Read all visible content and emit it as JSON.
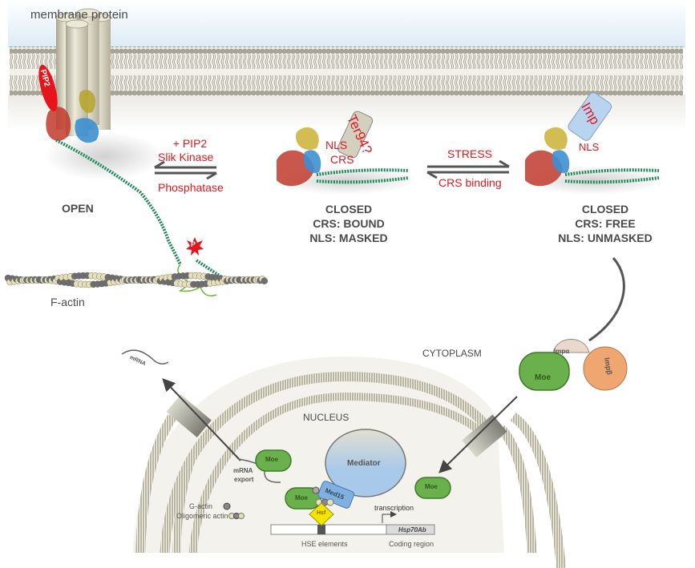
{
  "labels": {
    "membrane_protein": "membrane protein",
    "pip2_tag": "PIP2",
    "f_actin": "F-actin",
    "phospho": "P",
    "open": "OPEN",
    "cytoplasm": "CYTOPLASM",
    "nucleus": "NUCLEUS"
  },
  "equilibrium_1": {
    "forward_1": "+ PIP2",
    "forward_2": "Slik Kinase",
    "reverse": "Phosphatase"
  },
  "equilibrium_2": {
    "forward": "STRESS",
    "reverse": "CRS binding"
  },
  "state_closed_bound": {
    "line1": "CLOSED",
    "line2": "CRS: BOUND",
    "line3": "NLS: MASKED",
    "nls": "NLS",
    "crs": "CRS",
    "partner": "Ter94?"
  },
  "state_closed_free": {
    "line1": "CLOSED",
    "line2": "CRS: FREE",
    "line3": "NLS: UNMASKED",
    "nls": "NLS",
    "partner": "Imp"
  },
  "import_complex": {
    "imp_alpha": "Impα",
    "imp_beta": "Impβ",
    "moe": "Moe"
  },
  "nucleus_content": {
    "mrna_out": "mRNA",
    "mrna_export_1": "mRNA",
    "mrna_export_2": "export",
    "moe_export": "Moe",
    "moe_import": "Moe",
    "moe_complex": "Moe",
    "mediator": "Mediator",
    "med15": "Med15",
    "hsf": "Hsf",
    "transcription": "transcription",
    "gene": "Hsp70Ab",
    "hse": "HSE elements",
    "coding": "Coding region",
    "g_actin": "G-actin",
    "oligo_actin": "Oligomeric actin"
  },
  "colors": {
    "accent_red": "#e0191e",
    "moe_green": "#6ab04c",
    "mediator_blue": "#a9c8e6",
    "imp_beta_orange": "#f0a670",
    "hsf_yellow": "#f2e600",
    "helix_green": "#1e8a5a"
  }
}
